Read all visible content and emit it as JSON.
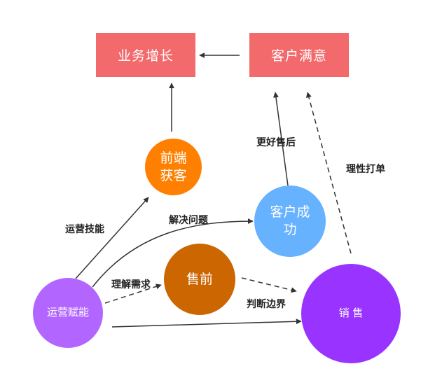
{
  "nodes": {
    "business_growth": {
      "label": "业务增长",
      "color": "#f36a6c"
    },
    "customer_satisfaction": {
      "label": "客户满意",
      "color": "#f36a6c"
    },
    "frontend_acquisition": {
      "label": "前端\n获客",
      "color": "#ff8000"
    },
    "customer_success": {
      "label": "客户成\n功",
      "color": "#66b2ff"
    },
    "presales": {
      "label": "售前",
      "color": "#cc6600"
    },
    "operations_enablement": {
      "label": "运营赋能",
      "color": "#b266ff"
    },
    "sales": {
      "label": "销 售",
      "color": "#9933ff"
    }
  },
  "edge_labels": {
    "better_after_sales": "更好售后",
    "rational_closing": "理性打单",
    "operations_skills": "运营技能",
    "solve_problems": "解决问题",
    "understand_needs": "理解需求",
    "judge_boundaries": "判断边界"
  },
  "colors": {
    "edge": "#333333"
  }
}
